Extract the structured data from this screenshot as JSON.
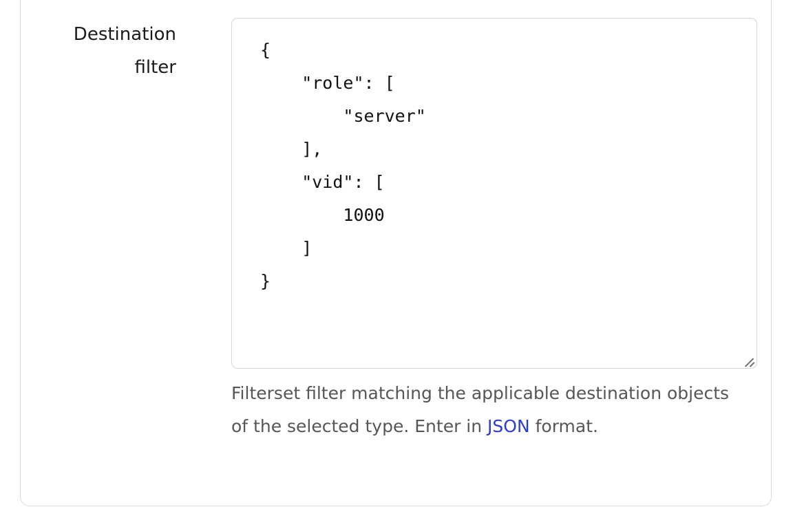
{
  "card": {
    "border_color": "#dadada"
  },
  "field": {
    "label": "Destination filter",
    "label_line1": "Destination",
    "label_line2": "filter",
    "name": "destination-filter",
    "input_type": "textarea",
    "value": "{\n    \"role\": [\n        \"server\"\n    ],\n    \"vid\": [\n        1000\n    ]\n}",
    "placeholder": "",
    "json_value": {
      "role": [
        "server"
      ],
      "vid": [
        1000
      ]
    },
    "value_lines": [
      "{",
      "    \"role\": [",
      "        \"server\"",
      "    ],",
      "    \"vid\": [",
      "        1000",
      "    ]",
      "}"
    ],
    "resizable": true,
    "resize_handle_icon": "resize-grip-icon"
  },
  "help": {
    "line1": "Filterset filter matching the applicable destination objects",
    "line2": "of the selected type.",
    "enter_prefix": "Enter in ",
    "link_label": "JSON",
    "enter_suffix": " format.",
    "text_color": "#565656",
    "link_color": "#2a3cd6"
  }
}
